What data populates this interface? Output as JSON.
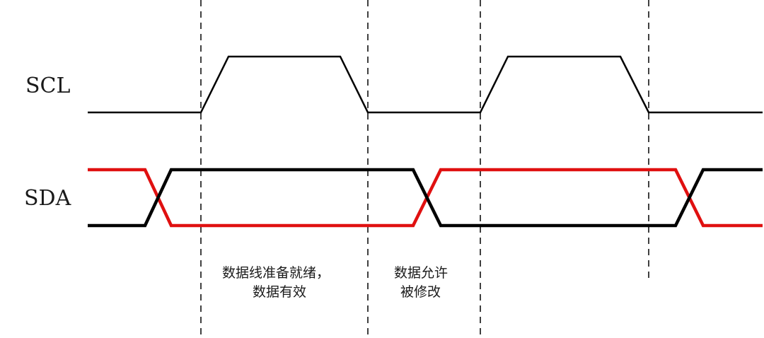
{
  "signals": {
    "scl_label": "SCL",
    "sda_label": "SDA"
  },
  "annotations": {
    "data_ready_line1": "数据线准备就绪，",
    "data_ready_line2": "数据有效",
    "data_change_line1": "数据允许",
    "data_change_line2": "被修改"
  },
  "colors": {
    "scl": "#000000",
    "sda_a": "#000000",
    "sda_b": "#e01010",
    "guide": "#000000"
  }
}
